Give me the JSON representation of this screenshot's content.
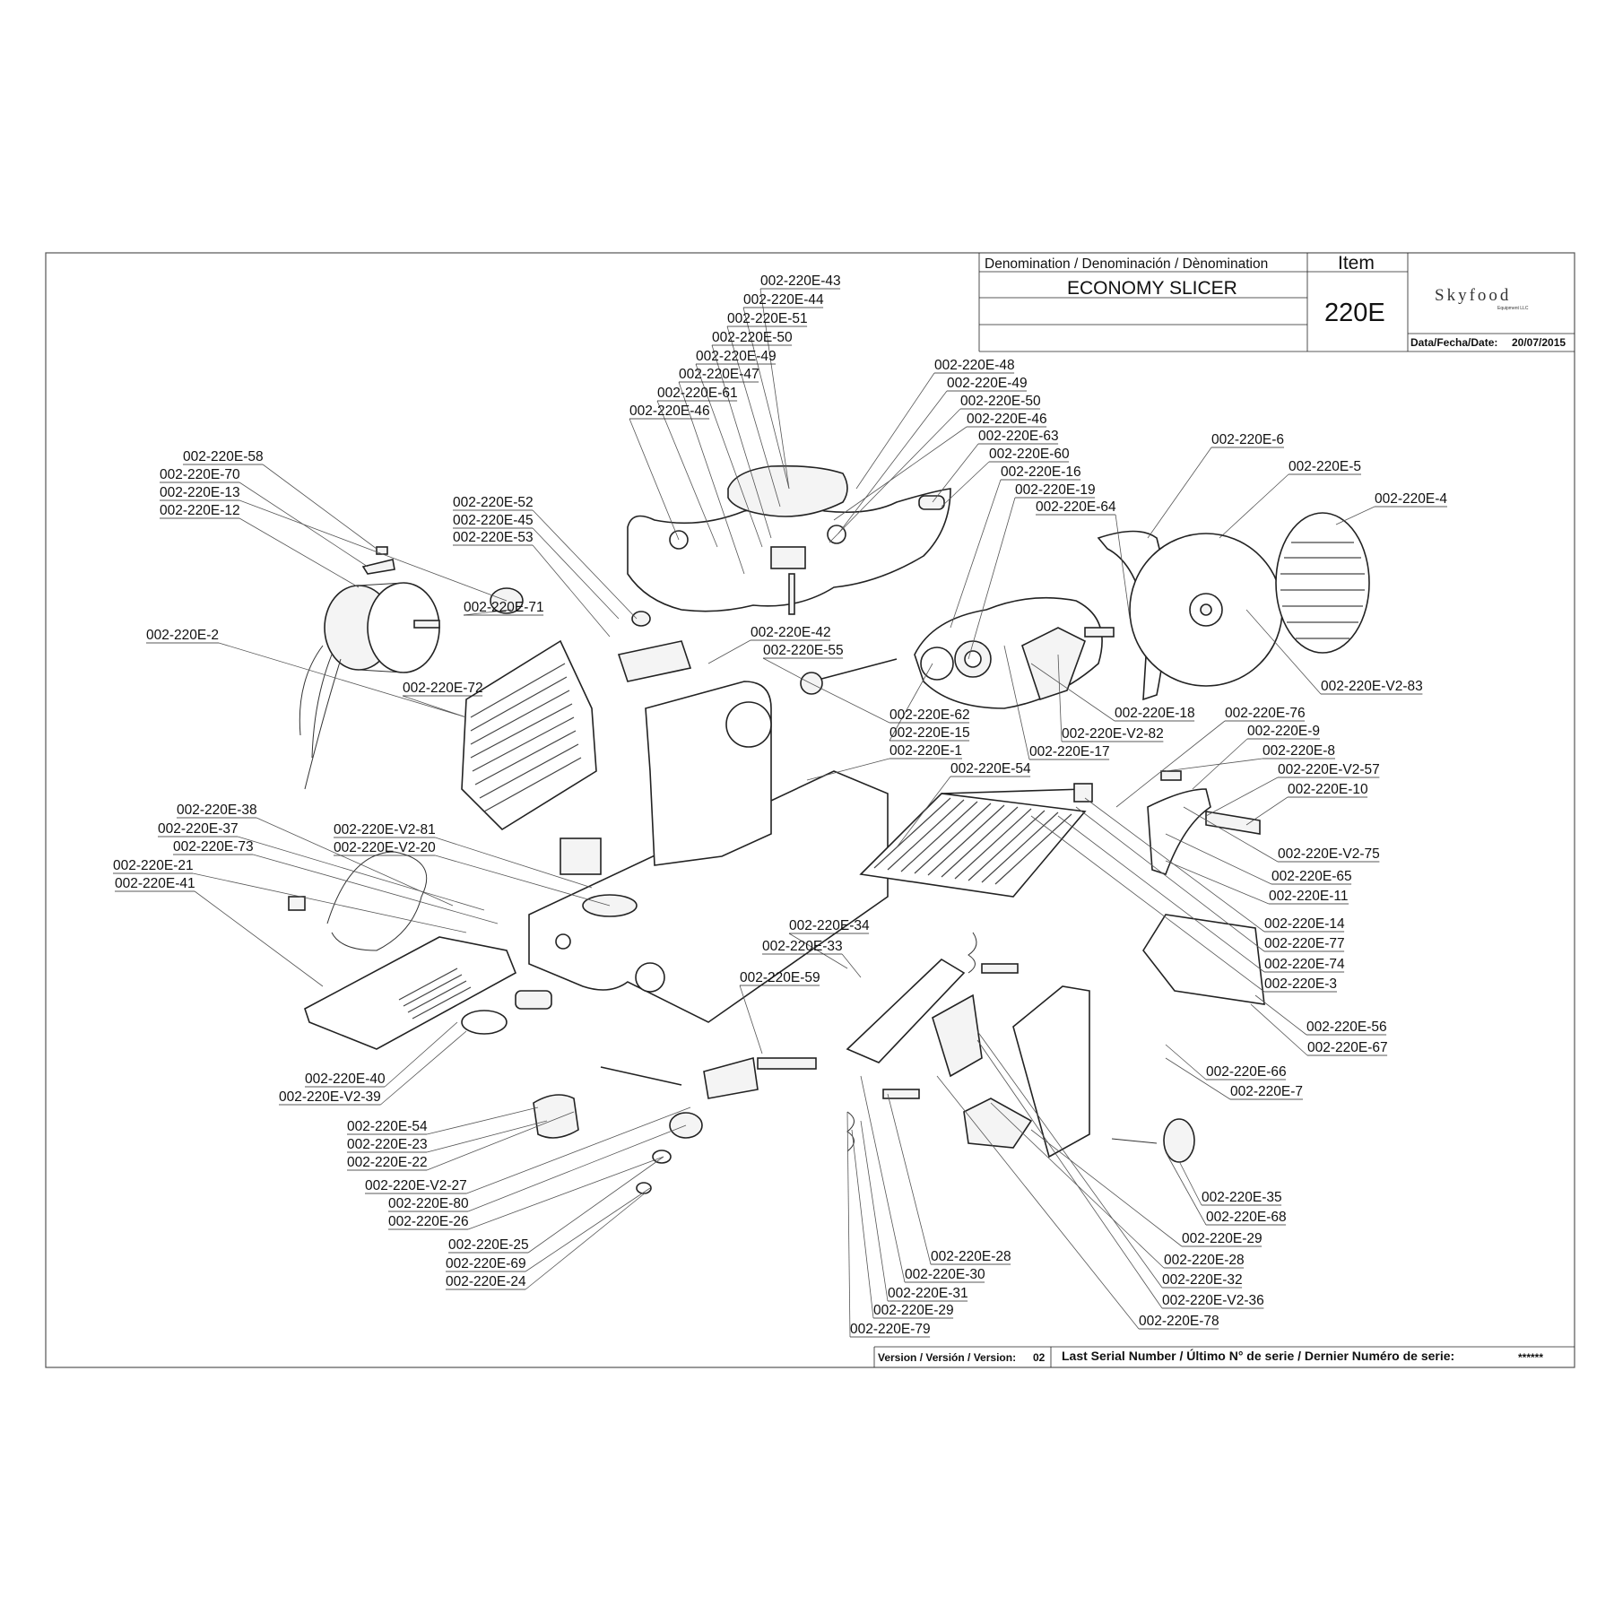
{
  "title_block": {
    "denomination_header": "Denomination / Denominación / Dènomination",
    "item_header": "Item",
    "product_name": "ECONOMY SLICER",
    "item_number": "220E",
    "brand": "Skyfood",
    "brand_sub": "Equipment LLC",
    "date_label": "Data/Fecha/Date:",
    "date_value": "20/07/2015"
  },
  "footer": {
    "version_label": "Version / Versión / Version:",
    "version_value": "02",
    "serial_label": "Last Serial Number / Último N° de serie / Dernier Numéro de serie:",
    "serial_value": "******"
  },
  "part_labels": [
    "002-220E-43",
    "002-220E-44",
    "002-220E-51",
    "002-220E-50",
    "002-220E-49",
    "002-220E-47",
    "002-220E-61",
    "002-220E-46",
    "002-220E-48",
    "002-220E-49",
    "002-220E-50",
    "002-220E-46",
    "002-220E-63",
    "002-220E-60",
    "002-220E-16",
    "002-220E-19",
    "002-220E-64",
    "002-220E-6",
    "002-220E-5",
    "002-220E-4",
    "002-220E-58",
    "002-220E-70",
    "002-220E-13",
    "002-220E-12",
    "002-220E-52",
    "002-220E-45",
    "002-220E-53",
    "002-220E-71",
    "002-220E-2",
    "002-220E-72",
    "002-220E-42",
    "002-220E-55",
    "002-220E-62",
    "002-220E-15",
    "002-220E-1",
    "002-220E-18",
    "002-220E-V2-82",
    "002-220E-17",
    "002-220E-V2-83",
    "002-220E-76",
    "002-220E-9",
    "002-220E-8",
    "002-220E-V2-57",
    "002-220E-10",
    "002-220E-54",
    "002-220E-38",
    "002-220E-37",
    "002-220E-73",
    "002-220E-21",
    "002-220E-41",
    "002-220E-V2-81",
    "002-220E-V2-20",
    "002-220E-V2-75",
    "002-220E-65",
    "002-220E-11",
    "002-220E-14",
    "002-220E-77",
    "002-220E-74",
    "002-220E-3",
    "002-220E-34",
    "002-220E-33",
    "002-220E-59",
    "002-220E-56",
    "002-220E-67",
    "002-220E-66",
    "002-220E-7",
    "002-220E-40",
    "002-220E-V2-39",
    "002-220E-54",
    "002-220E-23",
    "002-220E-22",
    "002-220E-V2-27",
    "002-220E-80",
    "002-220E-26",
    "002-220E-25",
    "002-220E-69",
    "002-220E-24",
    "002-220E-35",
    "002-220E-68",
    "002-220E-29",
    "002-220E-28",
    "002-220E-32",
    "002-220E-V2-36",
    "002-220E-78",
    "002-220E-28",
    "002-220E-30",
    "002-220E-31",
    "002-220E-29",
    "002-220E-79"
  ]
}
